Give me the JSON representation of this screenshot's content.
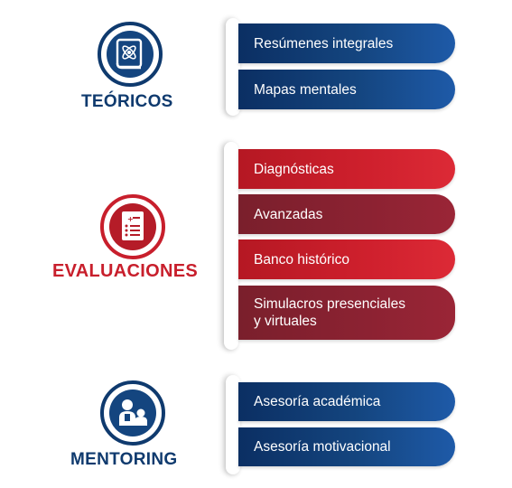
{
  "colors": {
    "navy": "#0f3a6e",
    "red": "#c81f2c",
    "maroon": "#85212f"
  },
  "sections": [
    {
      "title": "TEÓRICOS",
      "icon": "atom-book-icon",
      "items": [
        "Resúmenes integrales",
        "Mapas mentales"
      ]
    },
    {
      "title": "EVALUACIONES",
      "icon": "clipboard-checklist-icon",
      "items": [
        "Diagnósticas",
        "Avanzadas",
        "Banco histórico",
        "Simulacros presenciales\n y virtuales"
      ]
    },
    {
      "title": "MENTORING",
      "icon": "mentor-people-icon",
      "items": [
        "Asesoría académica",
        "Asesoría motivacional"
      ]
    }
  ]
}
